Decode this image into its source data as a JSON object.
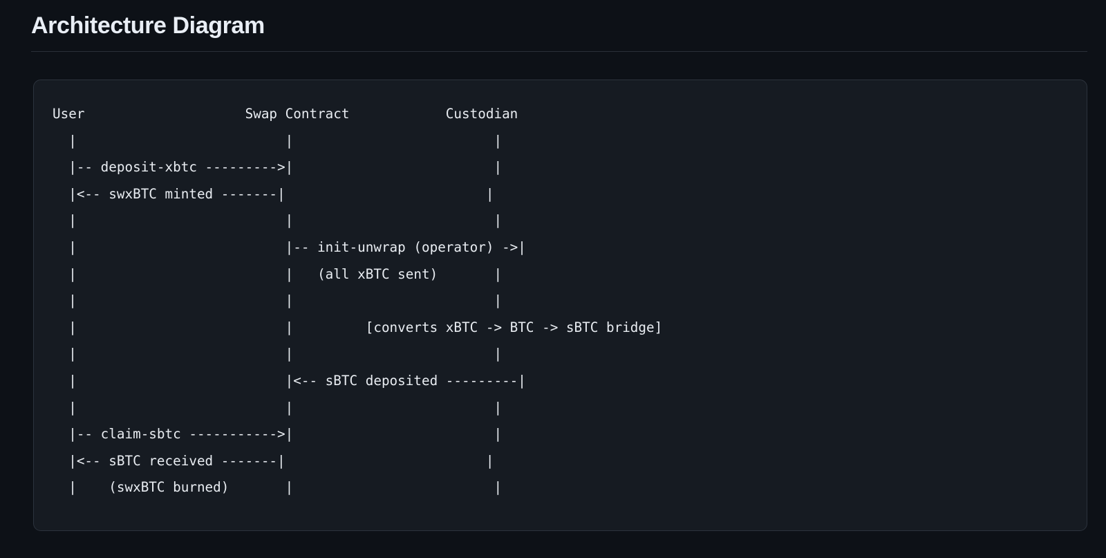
{
  "page": {
    "title": "Architecture Diagram",
    "background_color": "#0d1117",
    "text_color": "#e9edf3",
    "divider_color": "#2a3039"
  },
  "card": {
    "background_color": "#161b22",
    "border_color": "#2c333d"
  },
  "diagram": {
    "type": "ascii-sequence-diagram",
    "participants": [
      "User",
      "Swap Contract",
      "Custodian"
    ],
    "columns": {
      "user": 2,
      "swap_contract": 29,
      "custodian": 58
    },
    "messages": [
      {
        "from": "User",
        "to": "Swap Contract",
        "label": "deposit-xbtc",
        "direction": "right"
      },
      {
        "from": "Swap Contract",
        "to": "User",
        "label": "swxBTC minted",
        "direction": "left"
      },
      {
        "from": "Swap Contract",
        "to": "Custodian",
        "label": "init-unwrap (operator)",
        "direction": "right",
        "note": "(all xBTC sent)"
      },
      {
        "from": "Custodian",
        "to": "Custodian",
        "label": "[converts xBTC -> BTC -> sBTC bridge]",
        "direction": "self"
      },
      {
        "from": "Custodian",
        "to": "Swap Contract",
        "label": "sBTC deposited",
        "direction": "left"
      },
      {
        "from": "User",
        "to": "Swap Contract",
        "label": "claim-sbtc",
        "direction": "right"
      },
      {
        "from": "Swap Contract",
        "to": "User",
        "label": "sBTC received",
        "direction": "left",
        "note": "(swxBTC burned)"
      }
    ],
    "ascii": "User                    Swap Contract            Custodian\n  |                          |                         |\n  |-- deposit-xbtc --------->|                         |\n  |<-- swxBTC minted -------|                         |\n  |                          |                         |\n  |                          |-- init-unwrap (operator) ->|\n  |                          |   (all xBTC sent)       |\n  |                          |                         |\n  |                          |         [converts xBTC -> BTC -> sBTC bridge]\n  |                          |                         |\n  |                          |<-- sBTC deposited ---------|\n  |                          |                         |\n  |-- claim-sbtc ----------->|                         |\n  |<-- sBTC received -------|                         |\n  |    (swxBTC burned)       |                         |",
    "lines": [
      "User                    Swap Contract            Custodian",
      "  |                          |                         |",
      "  |-- deposit-xbtc --------->|                         |",
      "  |<-- swxBTC minted -------|                         |",
      "  |                          |                         |",
      "  |                          |-- init-unwrap (operator) ->|",
      "  |                          |   (all xBTC sent)       |",
      "  |                          |                         |",
      "  |                          |         [converts xBTC -> BTC -> sBTC bridge]",
      "  |                          |                         |",
      "  |                          |<-- sBTC deposited ---------|",
      "  |                          |                         |",
      "  |-- claim-sbtc ----------->|                         |",
      "  |<-- sBTC received -------|                         |",
      "  |    (swxBTC burned)       |                         |"
    ]
  }
}
